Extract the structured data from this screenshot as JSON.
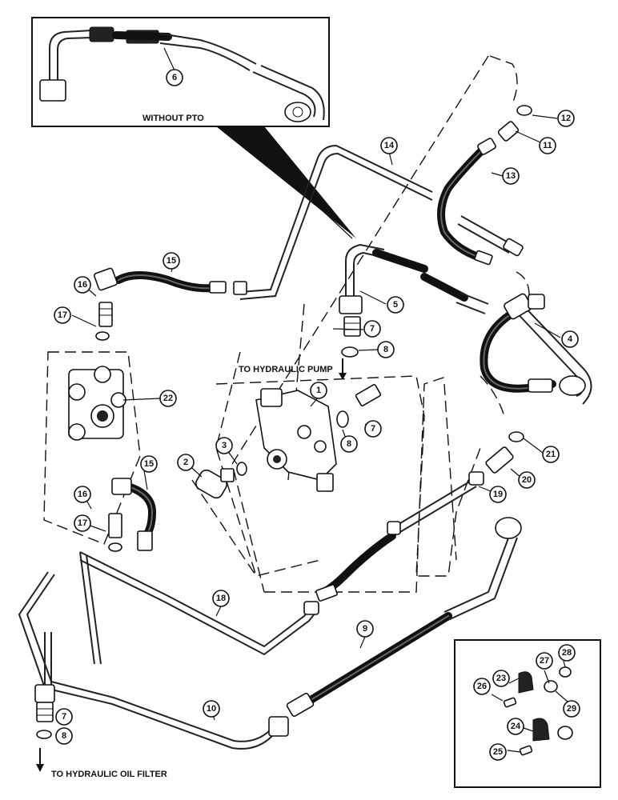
{
  "labels": {
    "without_pto": "WITHOUT PTO",
    "to_hydraulic_pump": "TO HYDRAULIC PUMP",
    "to_hydraulic_oil_filter": "TO HYDRAULIC OIL FILTER"
  },
  "callouts": [
    {
      "id": "c1",
      "n": "1"
    },
    {
      "id": "c2",
      "n": "2"
    },
    {
      "id": "c3",
      "n": "3"
    },
    {
      "id": "c4",
      "n": "4"
    },
    {
      "id": "c5",
      "n": "5"
    },
    {
      "id": "c6",
      "n": "6"
    },
    {
      "id": "c7a",
      "n": "7"
    },
    {
      "id": "c7b",
      "n": "7"
    },
    {
      "id": "c7c",
      "n": "7"
    },
    {
      "id": "c8a",
      "n": "8"
    },
    {
      "id": "c8b",
      "n": "8"
    },
    {
      "id": "c8c",
      "n": "8"
    },
    {
      "id": "c9",
      "n": "9"
    },
    {
      "id": "c10",
      "n": "10"
    },
    {
      "id": "c11",
      "n": "11"
    },
    {
      "id": "c12",
      "n": "12"
    },
    {
      "id": "c13",
      "n": "13"
    },
    {
      "id": "c14",
      "n": "14"
    },
    {
      "id": "c15a",
      "n": "15"
    },
    {
      "id": "c15b",
      "n": "15"
    },
    {
      "id": "c16a",
      "n": "16"
    },
    {
      "id": "c16b",
      "n": "16"
    },
    {
      "id": "c17a",
      "n": "17"
    },
    {
      "id": "c17b",
      "n": "17"
    },
    {
      "id": "c18",
      "n": "18"
    },
    {
      "id": "c19",
      "n": "19"
    },
    {
      "id": "c20",
      "n": "20"
    },
    {
      "id": "c21",
      "n": "21"
    },
    {
      "id": "c22",
      "n": "22"
    },
    {
      "id": "c23",
      "n": "23"
    },
    {
      "id": "c24",
      "n": "24"
    },
    {
      "id": "c25",
      "n": "25"
    },
    {
      "id": "c26",
      "n": "26"
    },
    {
      "id": "c27",
      "n": "27"
    },
    {
      "id": "c28",
      "n": "28"
    },
    {
      "id": "c29",
      "n": "29"
    }
  ]
}
